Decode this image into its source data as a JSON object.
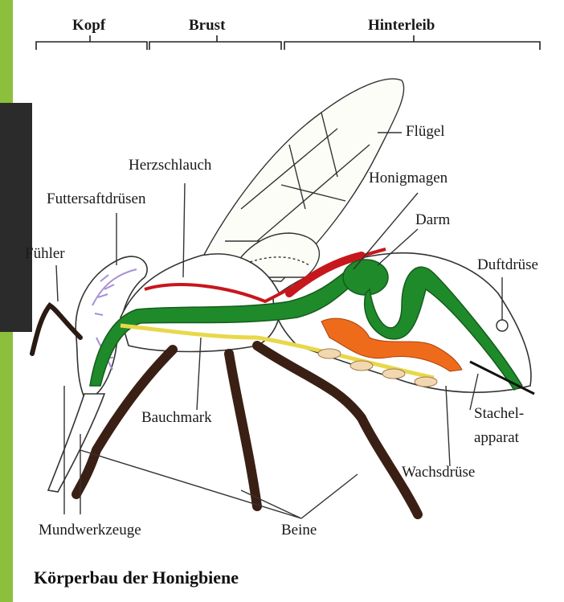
{
  "colors": {
    "side_stripe": "#8bbf3c",
    "dark_panel": "#2b2b2b",
    "gut_green": "#1f8a2a",
    "heart_red": "#c8161d",
    "gland_orange": "#ef6b1c",
    "salivary_lilac": "#a78fd4",
    "nerve_yellow": "#e8d84a",
    "leg_brown": "#3a1f14"
  },
  "sections": {
    "kopf": "Kopf",
    "brust": "Brust",
    "hinterleib": "Hinterleib"
  },
  "labels": {
    "fluegel": "Flügel",
    "herzschlauch": "Herzschlauch",
    "honigmagen": "Honigmagen",
    "futtersaftdruesen": "Futtersaftdrüsen",
    "darm": "Darm",
    "fuehler": "Fühler",
    "duftdruese": "Duftdrüse",
    "bauchmark": "Bauchmark",
    "stachelapparat_1": "Stachel-",
    "stachelapparat_2": "apparat",
    "wachsdruese": "Wachsdrüse",
    "mundwerkzeuge": "Mundwerkzeuge",
    "beine": "Beine"
  },
  "title": "Körperbau der Honigbiene"
}
